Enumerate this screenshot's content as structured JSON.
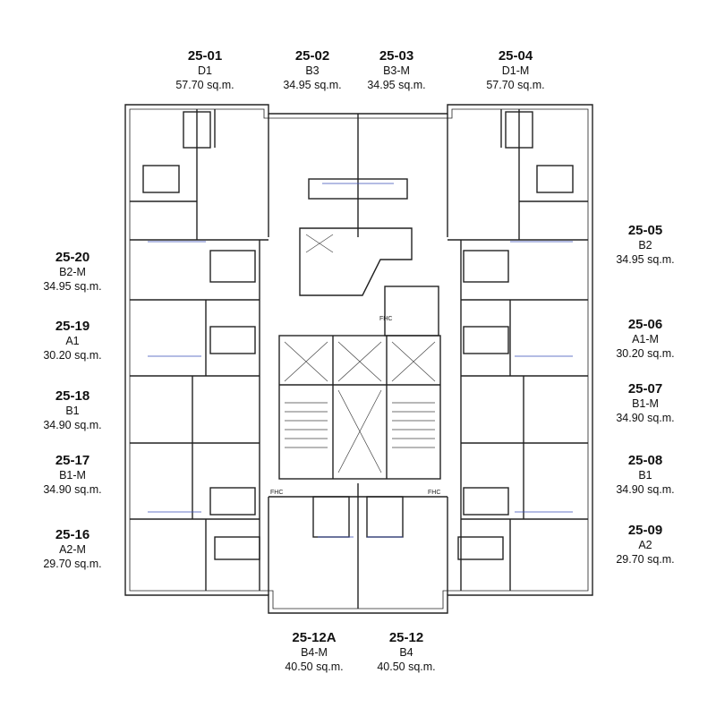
{
  "units": [
    {
      "num": "25-01",
      "type": "D1",
      "area": "57.70 sq.m."
    },
    {
      "num": "25-02",
      "type": "B3",
      "area": "34.95 sq.m."
    },
    {
      "num": "25-03",
      "type": "B3-M",
      "area": "34.95 sq.m."
    },
    {
      "num": "25-04",
      "type": "D1-M",
      "area": "57.70 sq.m."
    },
    {
      "num": "25-05",
      "type": "B2",
      "area": "34.95 sq.m."
    },
    {
      "num": "25-06",
      "type": "A1-M",
      "area": "30.20 sq.m."
    },
    {
      "num": "25-07",
      "type": "B1-M",
      "area": "34.90 sq.m."
    },
    {
      "num": "25-08",
      "type": "B1",
      "area": "34.90 sq.m."
    },
    {
      "num": "25-09",
      "type": "A2",
      "area": "29.70 sq.m."
    },
    {
      "num": "25-12",
      "type": "B4",
      "area": "40.50 sq.m."
    },
    {
      "num": "25-12A",
      "type": "B4-M",
      "area": "40.50 sq.m."
    },
    {
      "num": "25-16",
      "type": "A2-M",
      "area": "29.70 sq.m."
    },
    {
      "num": "25-17",
      "type": "B1-M",
      "area": "34.90 sq.m."
    },
    {
      "num": "25-18",
      "type": "B1",
      "area": "34.90 sq.m."
    },
    {
      "num": "25-19",
      "type": "A1",
      "area": "30.20 sq.m."
    },
    {
      "num": "25-20",
      "type": "B2-M",
      "area": "34.95 sq.m."
    }
  ],
  "annotations": {
    "fhc": "FHC"
  },
  "colors": {
    "walls": "#222222",
    "plumbing": "#3a4fb8",
    "background": "#ffffff"
  }
}
